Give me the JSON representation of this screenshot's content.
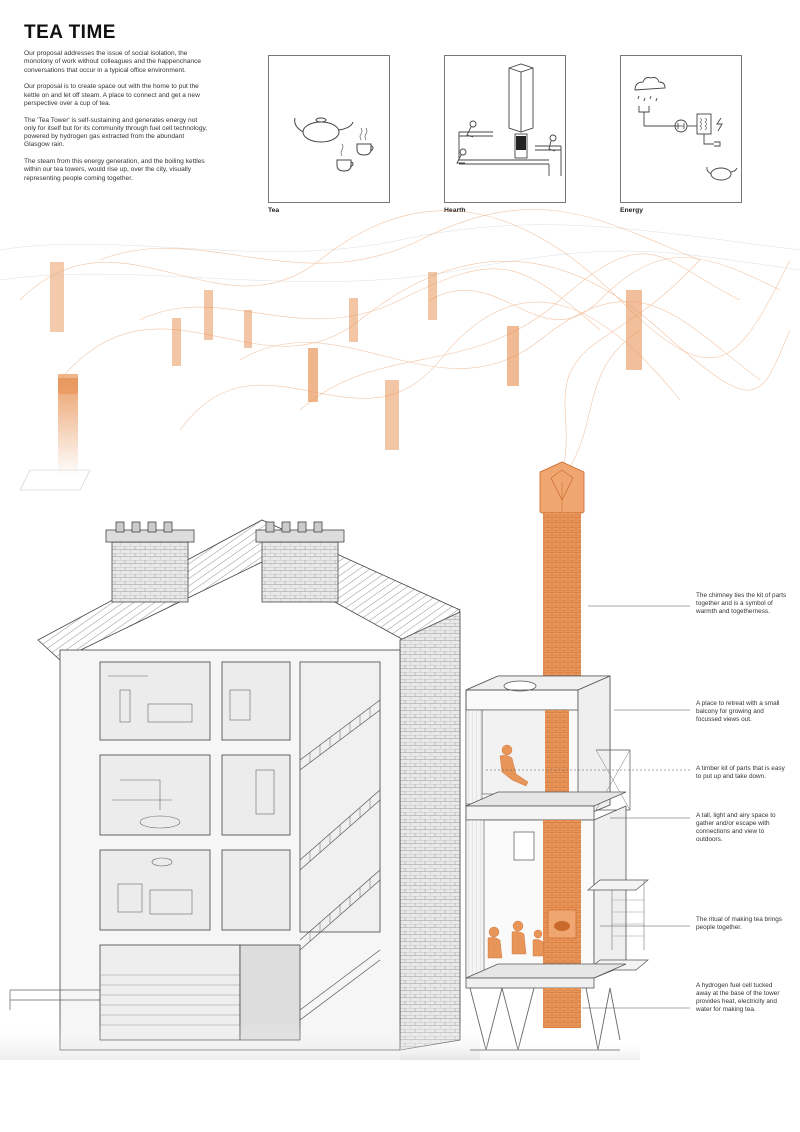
{
  "page": {
    "title": "TEA TIME",
    "intro_paragraphs": [
      "Our proposal addresses the issue of social isolation, the monotony of work without colleagues and the happenchance conversations that occur in a typical office environment.",
      "Our proposal is to create space out with the home to put the kettle on and let off steam. A place to connect and get a new perspective over a cup of tea.",
      "The 'Tea Tower' is self-sustaining and generates energy not only for itself but for its community through fuel cell technology, powered by hydrogen gas extracted from the abundant Glasgow rain.",
      "The steam from this energy generation, and the boiling kettles within our tea towers, would rise up, over the city, visually representing people coming together."
    ]
  },
  "icons": [
    {
      "caption": "Tea",
      "icon": "teapot-cups-icon"
    },
    {
      "caption": "Hearth",
      "icon": "hearth-tower-icon"
    },
    {
      "caption": "Energy",
      "icon": "rain-hydrogen-energy-icon"
    }
  ],
  "colors": {
    "accent": "#e8955a",
    "accent_dark": "#c96a2c",
    "line": "#555555",
    "sketch": "#888888"
  },
  "annotations": [
    "The chimney ties the kit of parts together and is a symbol of warmth and togetherness.",
    "A place to retreat with a small balcony for growing and focussed views out.",
    "A timber kit of parts that is easy to put up and take down.",
    "A tall, light and airy space to gather and/or escape with connections and view to outdoors.",
    "The ritual of making tea brings people together.",
    "A hydrogen fuel cell tucked away at the base of the tower provides heat, electricity and water for making tea."
  ]
}
